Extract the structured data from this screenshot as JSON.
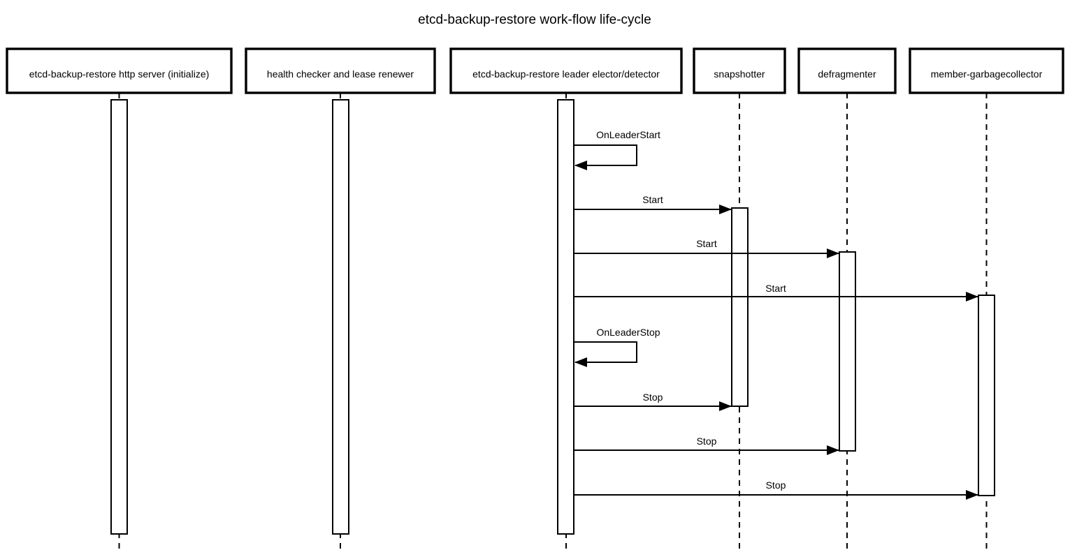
{
  "title": "etcd-backup-restore work-flow life-cycle",
  "colors": {
    "background": "#ffffff",
    "line": "#000000",
    "box_fill": "#ffffff"
  },
  "diagram": {
    "type": "sequence",
    "participants": [
      {
        "id": "http-server",
        "label": "etcd-backup-restore http server (initialize)"
      },
      {
        "id": "health-checker",
        "label": "health checker and lease renewer"
      },
      {
        "id": "leader-elector",
        "label": "etcd-backup-restore leader elector/detector"
      },
      {
        "id": "snapshotter",
        "label": "snapshotter"
      },
      {
        "id": "defragmenter",
        "label": "defragmenter"
      },
      {
        "id": "member-garbagecollector",
        "label": "member-garbagecollector"
      }
    ],
    "messages": [
      {
        "label": "OnLeaderStart",
        "from": "leader-elector",
        "to": "leader-elector",
        "kind": "self"
      },
      {
        "label": "Start",
        "from": "leader-elector",
        "to": "snapshotter",
        "kind": "call"
      },
      {
        "label": "Start",
        "from": "leader-elector",
        "to": "defragmenter",
        "kind": "call"
      },
      {
        "label": "Start",
        "from": "leader-elector",
        "to": "member-garbagecollector",
        "kind": "call"
      },
      {
        "label": "OnLeaderStop",
        "from": "leader-elector",
        "to": "leader-elector",
        "kind": "self"
      },
      {
        "label": "Stop",
        "from": "leader-elector",
        "to": "snapshotter",
        "kind": "call"
      },
      {
        "label": "Stop",
        "from": "leader-elector",
        "to": "defragmenter",
        "kind": "call"
      },
      {
        "label": "Stop",
        "from": "leader-elector",
        "to": "member-garbagecollector",
        "kind": "call"
      }
    ]
  }
}
